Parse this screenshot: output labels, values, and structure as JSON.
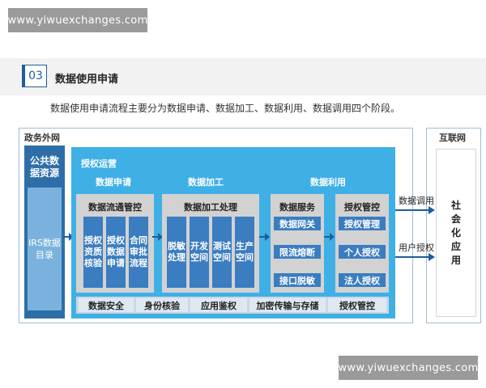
{
  "watermark_top": "www.yiwuexchanges.com",
  "watermark_bottom": "www.yiwuexchanges.com",
  "section": {
    "number": "03",
    "title": "数据使用申请",
    "intro": "数据使用申请流程主要分为数据申请、数据加工、数据利用、数据调用四个阶段。"
  },
  "diagram": {
    "gov_label": "政务外网",
    "internet_label": "互联网",
    "public_resource": "公共数据资源",
    "irs": "IRS数据目录",
    "auth_ops": "授权运营",
    "stage_apply": "数据申请",
    "stage_process": "数据加工",
    "stage_use": "数据利用",
    "flow_ctrl": {
      "title": "数据流通管控",
      "items": [
        "授权资质核验",
        "授权数据申请",
        "合同审批流程"
      ]
    },
    "proc": {
      "title": "数据加工处理",
      "items": [
        "脱敏处理",
        "开发空间",
        "测试空间",
        "生产空间"
      ]
    },
    "service": {
      "title": "数据服务",
      "items": [
        "数据网关",
        "限流熔断",
        "接口脱敏"
      ]
    },
    "auth": {
      "title": "授权管控",
      "items": [
        "授权管理",
        "个人授权",
        "法人授权"
      ]
    },
    "security": [
      "数据安全",
      "身份核验",
      "应用鉴权",
      "加密传输与存储",
      "授权管控"
    ],
    "flow_labels": [
      "数据调用",
      "用户授权"
    ],
    "social_app": "社会化应用"
  },
  "colors": {
    "primary_blue": "#1f5d9c",
    "light_blue": "#3fb0e6",
    "cell_blue": "#3a7dc0",
    "gray_box": "#d2d2d2"
  }
}
